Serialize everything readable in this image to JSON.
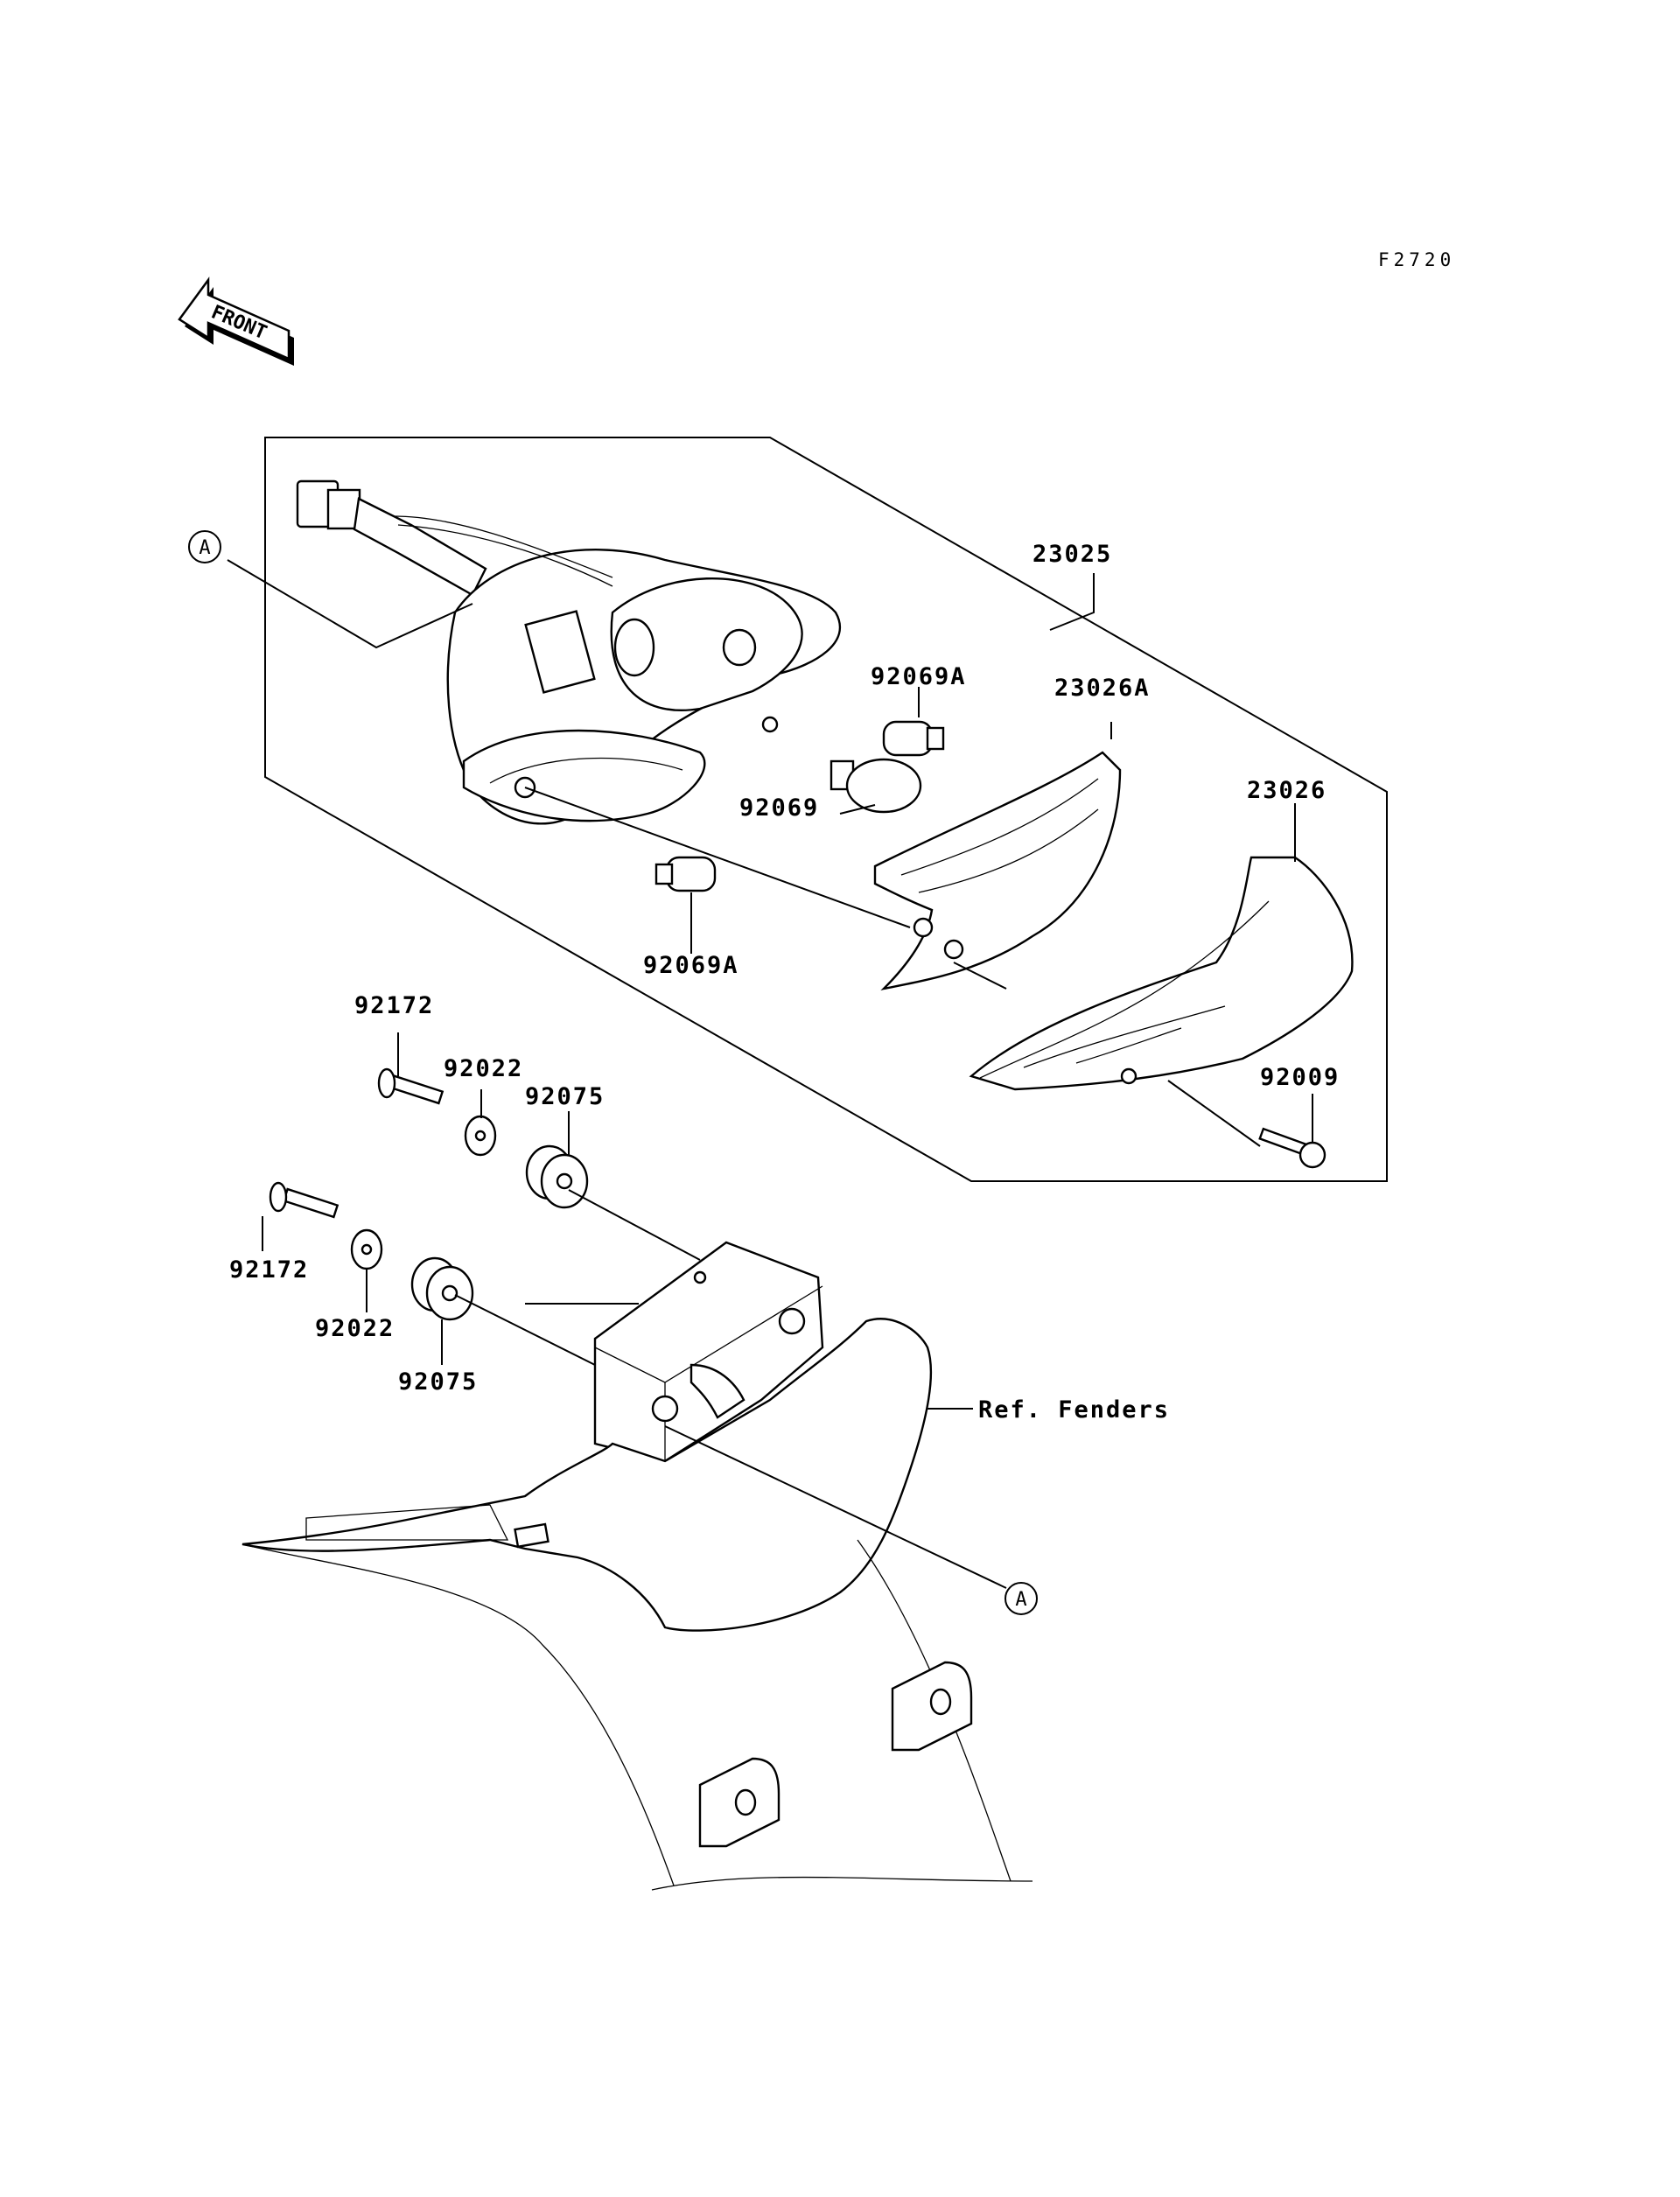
{
  "figure_code": "F2720",
  "front_label": "FRONT",
  "reference_marks": {
    "a_top": "A",
    "a_bottom": "A"
  },
  "callouts": {
    "assembly": "23025",
    "bulb_upper": "92069A",
    "bulb_main": "92069",
    "bulb_lower": "92069A",
    "lens_upper": "23026A",
    "lens_main": "23026",
    "lens_screw": "92009",
    "bolt_upper": "92172",
    "washer_upper": "92022",
    "grommet_upper": "92075",
    "bolt_lower": "92172",
    "washer_lower": "92022",
    "grommet_lower": "92075",
    "ref_fenders": "Ref. Fenders"
  }
}
